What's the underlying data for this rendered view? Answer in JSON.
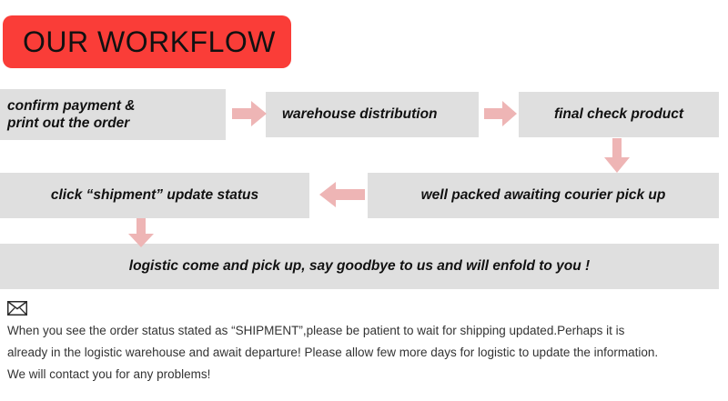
{
  "title": {
    "text": "OUR WORKFLOW",
    "banner_color": "#fa3d38",
    "text_color": "#111111"
  },
  "colors": {
    "box_fill": "#dfdfdf",
    "arrow_fill": "#eeb5b5",
    "accent_red": "#fa3d38",
    "note_text": "#333333"
  },
  "flow": {
    "steps": [
      {
        "id": "confirm",
        "label": "confirm payment &\n        print out the order"
      },
      {
        "id": "warehouse",
        "label": "warehouse distribution"
      },
      {
        "id": "final",
        "label": "final check product"
      },
      {
        "id": "wellpacked",
        "label": "well packed awaiting courier pick up"
      },
      {
        "id": "click",
        "label": "click “shipment” update status"
      },
      {
        "id": "logistic",
        "label": "logistic come and pick up,   say goodbye to us and will enfold to you !"
      }
    ],
    "arrows": [
      {
        "id": "confirm-to-warehouse",
        "direction": "right"
      },
      {
        "id": "warehouse-to-final",
        "direction": "right"
      },
      {
        "id": "final-to-wellpacked",
        "direction": "down"
      },
      {
        "id": "wellpacked-to-click",
        "direction": "left"
      },
      {
        "id": "click-to-logistic",
        "direction": "down"
      }
    ]
  },
  "note": {
    "icon": "envelope-icon",
    "lines": [
      "When you see the order status stated as “SHIPMENT”,please be patient to wait for shipping updated.Perhaps it is",
      "already in the logistic warehouse and await departure! Please allow few more days for logistic to update the information.",
      "We will contact you for any problems!"
    ]
  }
}
